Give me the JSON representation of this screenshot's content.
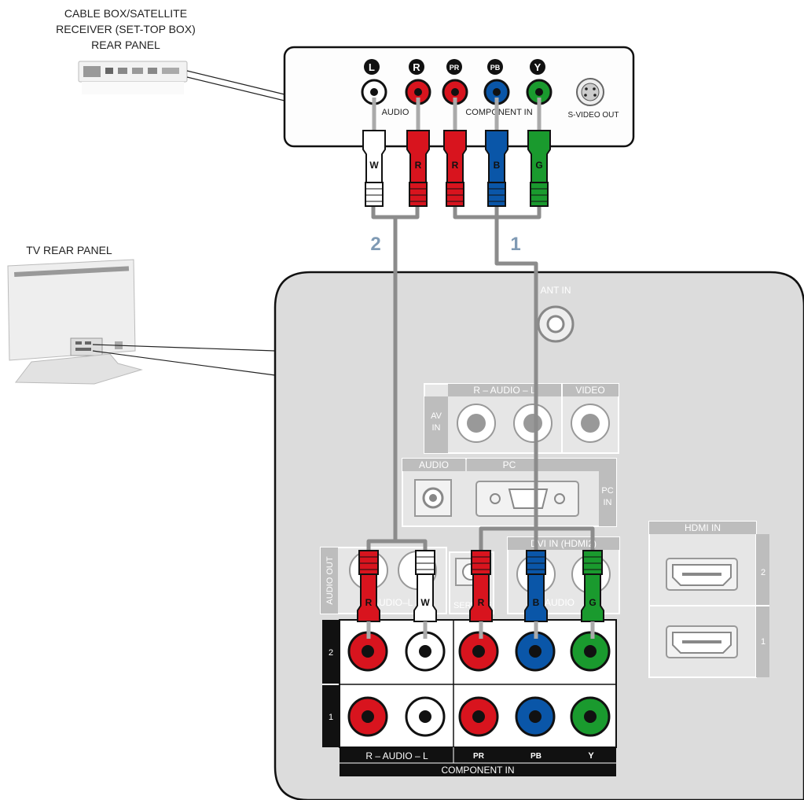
{
  "settop": {
    "caption_lines": [
      "CABLE BOX/SATELLITE",
      "RECEIVER (SET-TOP BOX)",
      "REAR PANEL"
    ],
    "jack_letters": [
      "L",
      "R",
      "PR",
      "PB",
      "Y"
    ],
    "audio_label": "AUDIO",
    "component_label": "COMPONENT IN",
    "svideo_label": "S-VIDEO OUT"
  },
  "cables": {
    "number_audio": "2",
    "number_component": "1",
    "plug_letters": [
      "W",
      "R",
      "R",
      "B",
      "G"
    ]
  },
  "tv": {
    "caption": "TV REAR PANEL",
    "ant_label": "ANT IN",
    "av_audio_label": "R – AUDIO – L",
    "video_label": "VIDEO",
    "av_in_label_1": "AV",
    "av_in_label_2": "IN",
    "pc_audio_label": "AUDIO",
    "pc_label": "PC",
    "pc_in_label_1": "PC",
    "pc_in_label_2": "IN",
    "audio_out_label": "AUDIO OUT",
    "audio_out_bottom_label": "R–AUDIO–L",
    "service_label": "SERVICE",
    "dvi_label": "DVI IN (HDMI2)",
    "dvi_audio_label": "AUDIO",
    "hdmi_label": "HDMI IN",
    "hdmi_ports": [
      "2",
      "1"
    ],
    "row_labels": [
      "2",
      "1"
    ],
    "component_bottom_audio": "R – AUDIO – L",
    "component_bottom_pr": "PR",
    "component_bottom_pb": "PB",
    "component_bottom_y": "Y",
    "component_in_label": "COMPONENT IN",
    "tv_plug_letters": [
      "R",
      "W",
      "R",
      "B",
      "G"
    ]
  },
  "colors": {
    "red": "#d8141e",
    "blue": "#0a56a8",
    "green": "#1a9a2e",
    "white": "#ffffff",
    "cable_gray": "#8c8c8c",
    "panel_gray": "#dcdcdc",
    "number_blue": "#7f9ab4"
  }
}
